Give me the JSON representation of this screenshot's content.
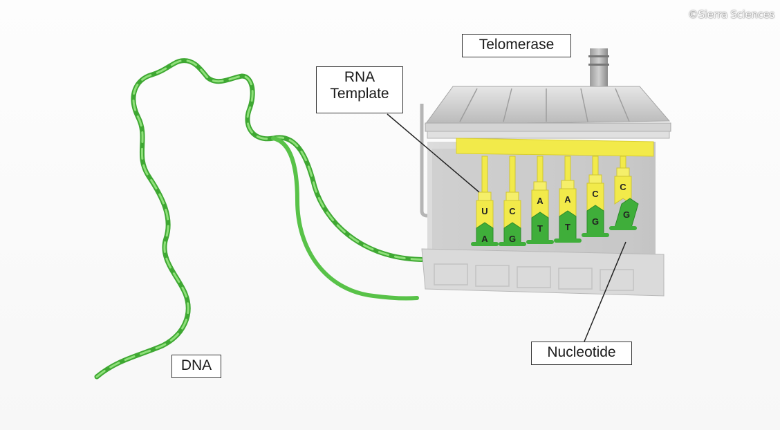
{
  "copyright": "©Sierra Sciences",
  "labels": {
    "telomerase": "Telomerase",
    "rna_template_line1": "RNA",
    "rna_template_line2": "Template",
    "dna": "DNA",
    "nucleotide": "Nucleotide"
  },
  "template_bases": [
    "U",
    "C",
    "A",
    "A",
    "C",
    "C"
  ],
  "dna_bases": [
    "A",
    "G",
    "T",
    "T",
    "G",
    "G"
  ],
  "colors": {
    "dna_green": "#4cbb3a",
    "template_yellow": "#f2ea4a",
    "machine_gray": "#cfcfcf"
  }
}
